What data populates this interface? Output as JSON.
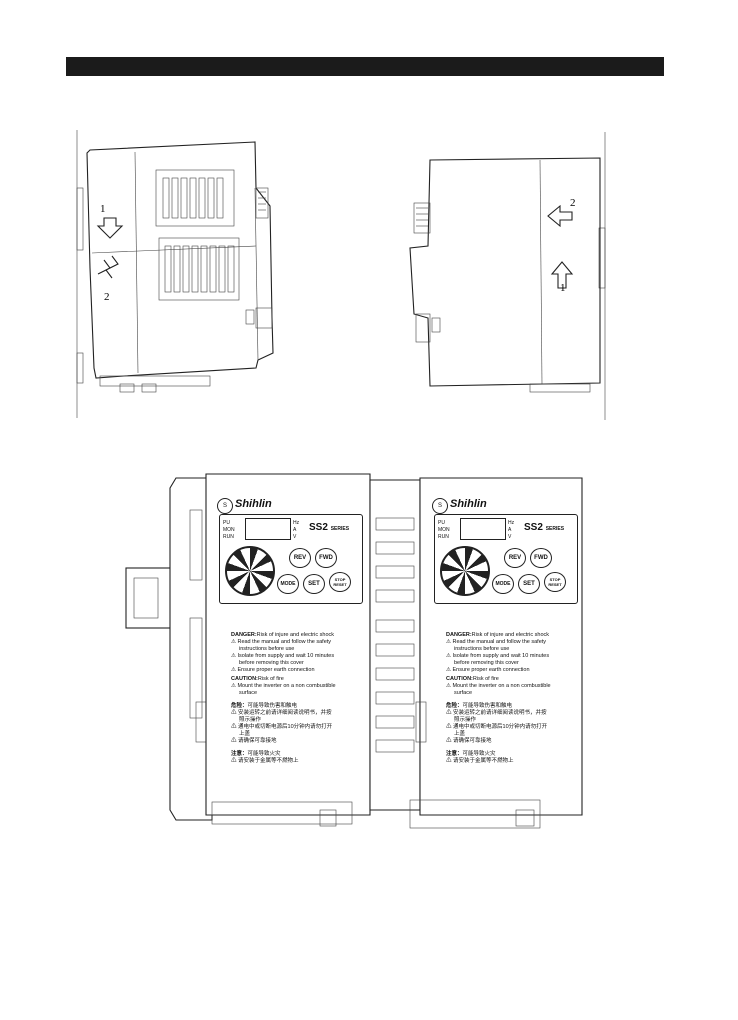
{
  "diagram_left": {
    "step1": "1",
    "step2": "2"
  },
  "diagram_right": {
    "step2": "2",
    "step1": "1"
  },
  "device": {
    "brand": "Shihlin",
    "model": "SS2",
    "series": "SERIES",
    "indicators": [
      "PU",
      "MON",
      "RUN"
    ],
    "units": [
      "Hz",
      "A",
      "V"
    ],
    "buttons": {
      "rev": "REV",
      "fwd": "FWD",
      "mode": "MODE",
      "set": "SET",
      "stop1": "STOP",
      "stop2": "RESET"
    },
    "danger_title": "DANGER:",
    "danger_sub": "Risk of injure and electric shock",
    "danger_lines": [
      "Read the manual and follow the safety",
      "instructions before use",
      "Isolate from supply and wait 10 minutes",
      "before removing this cover",
      "Ensure proper earth connection"
    ],
    "caution_title": "CAUTION:",
    "caution_sub": "Risk of fire",
    "caution_lines": [
      "Mount the inverter on a non combustible",
      "surface"
    ],
    "cn_danger_title": "危险：",
    "cn_danger_sub": "可能导致伤害和触电",
    "cn_danger_lines": [
      "安装运转之前请详细阅读说明书，并按",
      "照示操作",
      "通电中或切断电源后10分钟内请勿打开",
      "上盖",
      "请确保可靠接地"
    ],
    "cn_caution_title": "注意：",
    "cn_caution_sub": "可能导致火灾",
    "cn_caution_lines": [
      "请安装于金属等不燃物上"
    ]
  }
}
